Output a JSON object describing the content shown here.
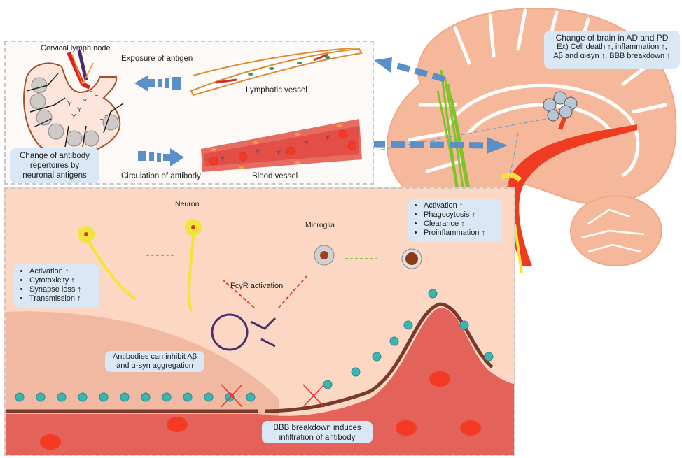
{
  "colors": {
    "brain": "#f6b89a",
    "brain_outline": "#ffffff",
    "vessel_red": "#e8564a",
    "artery": "#ee3b22",
    "green_lymph": "#7cc42a",
    "arrow_blue": "#5b8fc7",
    "callout_bg": "#d9e8f4",
    "panel_bg": "#fcd8c4",
    "astrocyte": "#3fb3b0",
    "antibody": "#5a3f7a",
    "rbc": "#f43a22"
  },
  "top_panel": {
    "lymph_node_label": "Cervical  lymph node",
    "exposure_label": "Exposure of antigen",
    "lymphatic_vessel_label": "Lymphatic vessel",
    "circulation_label": "Circulation of antibody",
    "blood_vessel_label": "Blood vessel",
    "repertoire_box": [
      "Change  of antibody",
      "repertoires  by",
      "neuronal  antigens"
    ]
  },
  "brain_box": {
    "title": "Change  of brain in AD and PD",
    "line2": "Ex) Cell death ↑, inflammation ↑,",
    "line3": "Aβ and α-syn ↑, BBB breakdown ↑"
  },
  "bottom_panel": {
    "neuron_label": "Neuron",
    "microglia_label": "Microglia",
    "fcgr_label": "FcγR activation",
    "neuron_effects": [
      "Activation ↑",
      "Cytotoxicity ↑",
      "Synapse loss ↑",
      "Transmission ↑"
    ],
    "microglia_effects": [
      "Activation ↑",
      "Phagocytosis ↑",
      "Clearance ↑",
      "Proinflammation ↑"
    ],
    "aggregation_box": [
      "Antibodies can inhibit Aβ",
      "and α-syn aggregation"
    ],
    "bbb_box": [
      "BBB breakdown  induces",
      "infiltration  of antibody"
    ]
  }
}
